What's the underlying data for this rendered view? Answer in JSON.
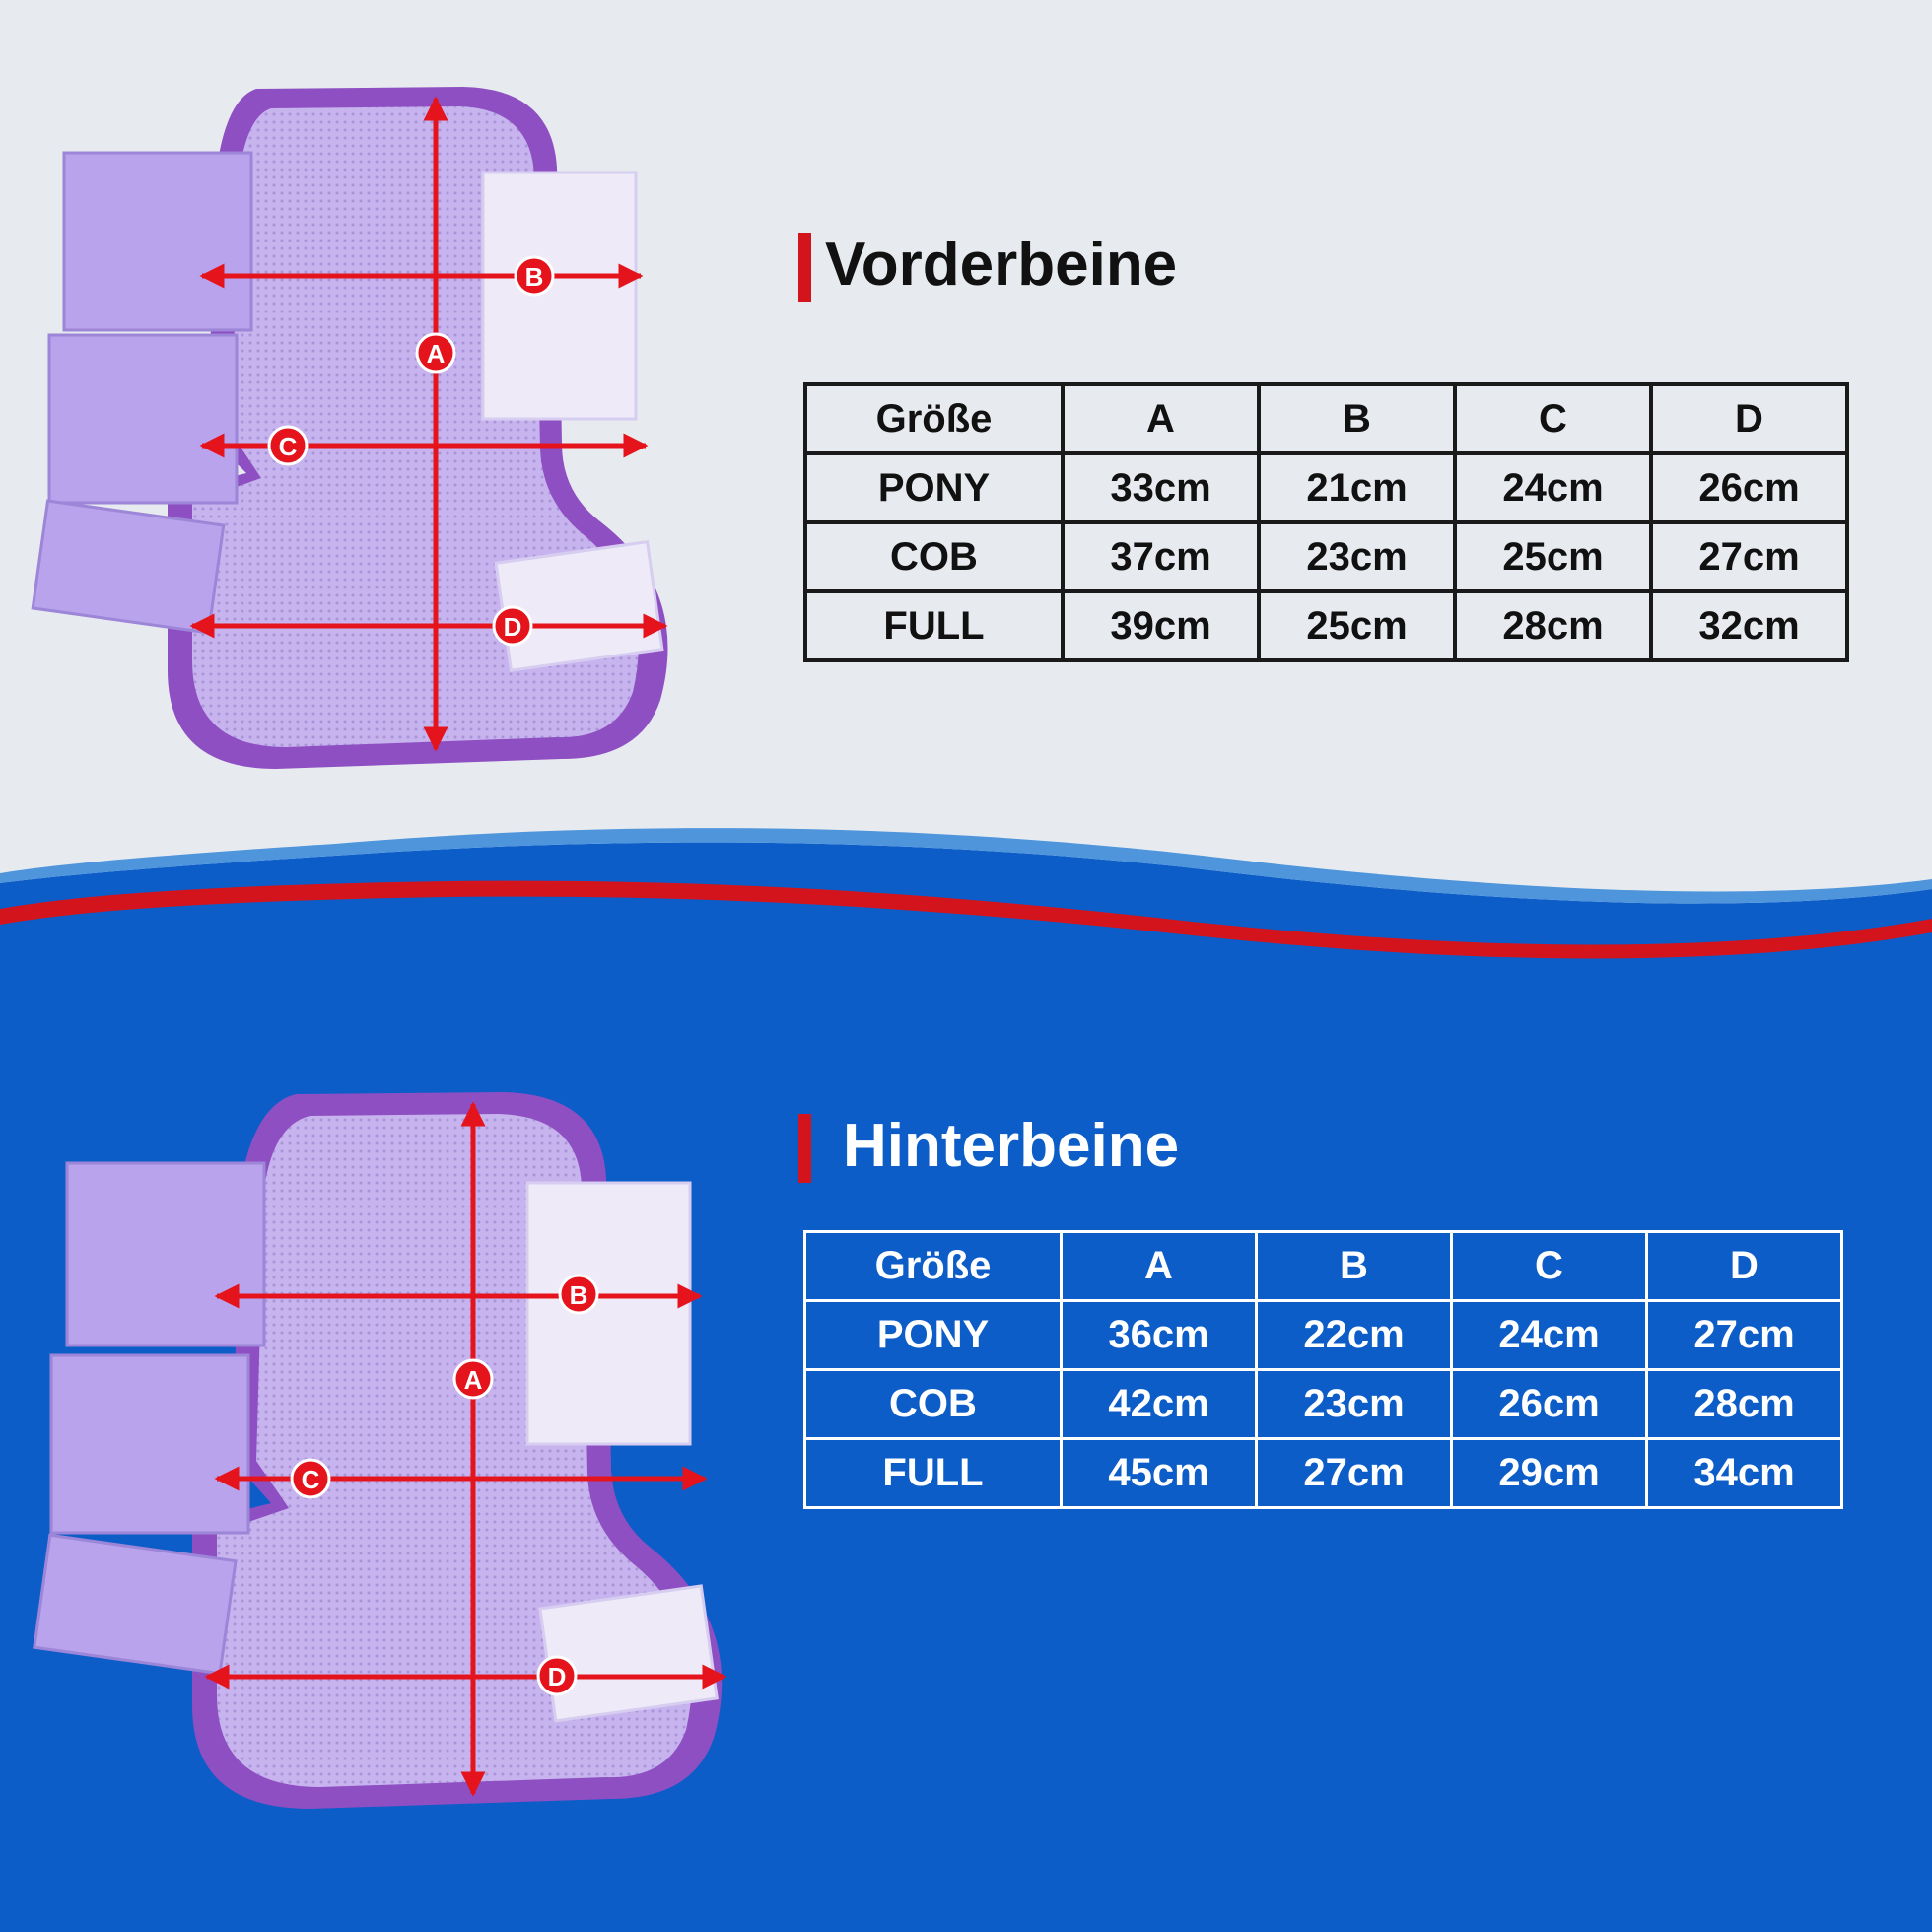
{
  "colors": {
    "top_bg": "#e7ebef",
    "bottom_bg": "#0d5dc9",
    "accent_red": "#d3141c",
    "wave_blue": "#4f95dc",
    "boot_border": "#8e4fc2",
    "boot_mesh": "#c7b3ee",
    "strap": "#b8a3ec"
  },
  "icons": [
    "horse-boot-front-image",
    "horse-boot-back-image",
    "measure-arrow-icon"
  ],
  "markers": [
    "A",
    "B",
    "C",
    "D"
  ],
  "front": {
    "title": "Vorderbeine",
    "headers": [
      "Größe",
      "A",
      "B",
      "C",
      "D"
    ],
    "rows": [
      [
        "PONY",
        "33cm",
        "21cm",
        "24cm",
        "26cm"
      ],
      [
        "COB",
        "37cm",
        "23cm",
        "25cm",
        "27cm"
      ],
      [
        "FULL",
        "39cm",
        "25cm",
        "28cm",
        "32cm"
      ]
    ]
  },
  "back": {
    "title": "Hinterbeine",
    "headers": [
      "Größe",
      "A",
      "B",
      "C",
      "D"
    ],
    "rows": [
      [
        "PONY",
        "36cm",
        "22cm",
        "24cm",
        "27cm"
      ],
      [
        "COB",
        "42cm",
        "23cm",
        "26cm",
        "28cm"
      ],
      [
        "FULL",
        "45cm",
        "27cm",
        "29cm",
        "34cm"
      ]
    ]
  }
}
